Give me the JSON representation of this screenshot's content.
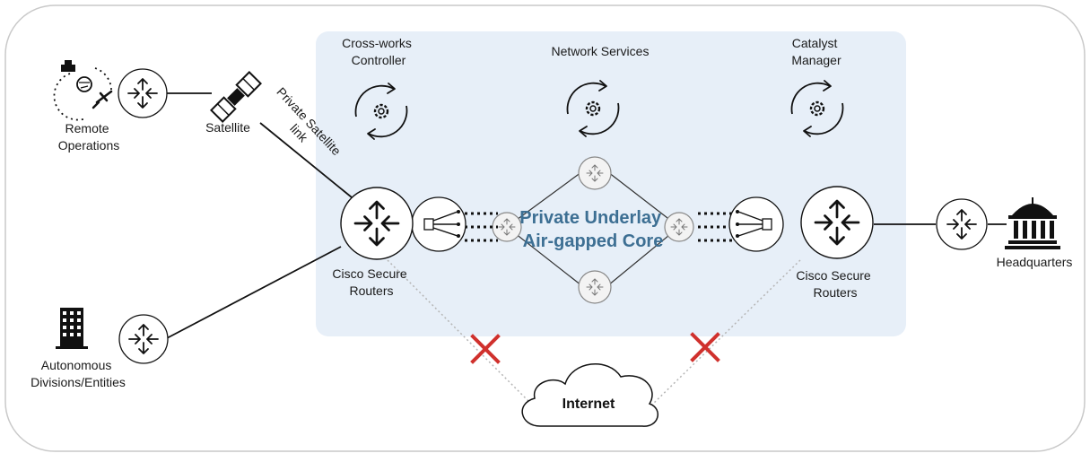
{
  "diagram": {
    "services": {
      "crossworks": [
        "Cross-works",
        "Controller"
      ],
      "network": [
        "Network Services"
      ],
      "catalyst": [
        "Catalyst",
        "Manager"
      ]
    },
    "sites": {
      "remote_ops": [
        "Remote",
        "Operations"
      ],
      "satellite": "Satellite",
      "satellite_link": [
        "Private Satellite",
        "link"
      ],
      "autonomous": [
        "Autonomous",
        "Divisions/Entities"
      ],
      "headquarters": "Headquarters"
    },
    "routers": {
      "left": [
        "Cisco Secure",
        "Routers"
      ],
      "right": [
        "Cisco Secure",
        "Routers"
      ]
    },
    "core": [
      "Private Underlay",
      "Air-gapped Core"
    ],
    "internet": "Internet",
    "colors": {
      "panel": "#e7eff8",
      "core_text": "#3d6f93",
      "blocked": "#d0312d",
      "line": "#111111"
    }
  }
}
